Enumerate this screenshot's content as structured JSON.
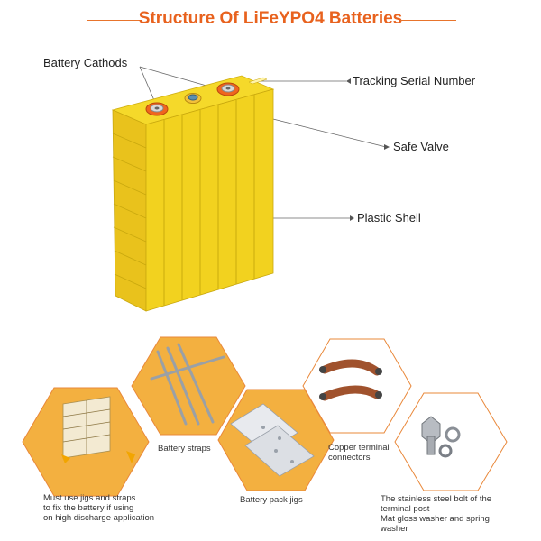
{
  "title": "Structure Of LiFeYPO4 Batteries",
  "colors": {
    "accent": "#e8621e",
    "battery_yellow": "#f2d21f",
    "battery_shadow": "#c9a80e",
    "hex_fill": "#f3b040",
    "hex_border": "#e9883a"
  },
  "callouts": {
    "cathodes": "Battery Cathods",
    "serial": "Tracking Serial Number",
    "valve": "Safe Valve",
    "shell": "Plastic Shell"
  },
  "accessories": [
    {
      "icon": "battery-pack-jig-photo",
      "caption_lines": [
        "Must use jigs and straps",
        "to fix the battery if using",
        "on high discharge application"
      ]
    },
    {
      "icon": "battery-strap-photo",
      "caption_lines": [
        "Battery straps"
      ]
    },
    {
      "icon": "jig-plates-photo",
      "caption_lines": [
        "Battery pack jigs"
      ]
    },
    {
      "icon": "copper-connector-photo",
      "caption_lines": [
        "Copper terminal",
        "connectors"
      ]
    },
    {
      "icon": "bolt-washer-photo",
      "caption_lines": [
        "The stainless steel bolt of the",
        "terminal post",
        "Mat gloss washer and spring",
        "washer"
      ]
    }
  ]
}
